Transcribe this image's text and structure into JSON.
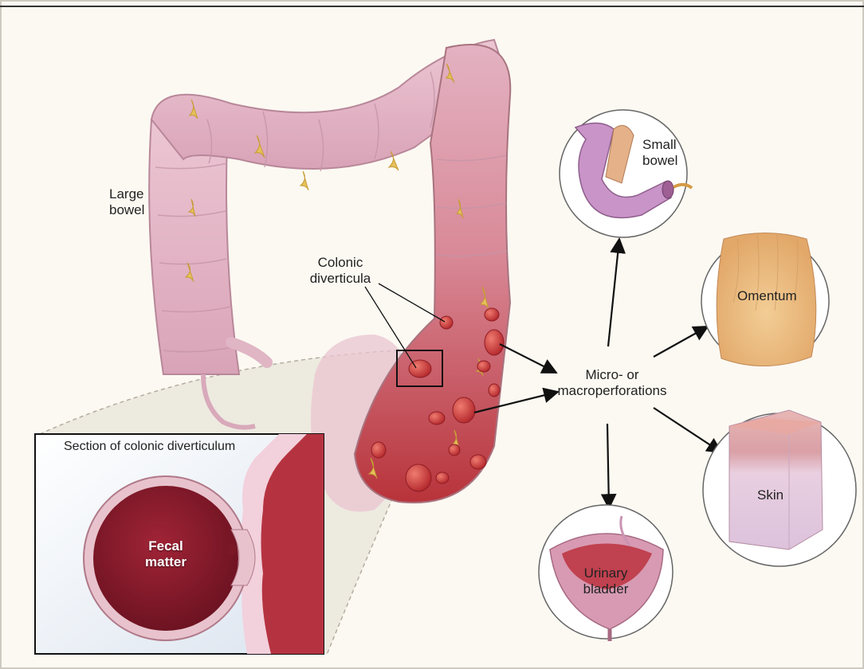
{
  "labels": {
    "large_bowel": [
      "Large",
      "bowel"
    ],
    "colonic_diverticula": [
      "Colonic",
      "diverticula"
    ],
    "perforations": [
      "Micro- or",
      "macroperforations"
    ],
    "small_bowel": [
      "Small",
      "bowel"
    ],
    "omentum": "Omentum",
    "skin": "Skin",
    "urinary_bladder": [
      "Urinary",
      "bladder"
    ],
    "inset_title": "Section of colonic diverticulum",
    "fecal_matter": [
      "Fecal",
      "matter"
    ]
  },
  "colors": {
    "background": "#fcf9f2",
    "bowel_pink": "#e7b7c9",
    "diverticula_red": "#c8373a",
    "fat_yellow": "#e6c15a",
    "fecal_dark": "#8a1e2c"
  }
}
